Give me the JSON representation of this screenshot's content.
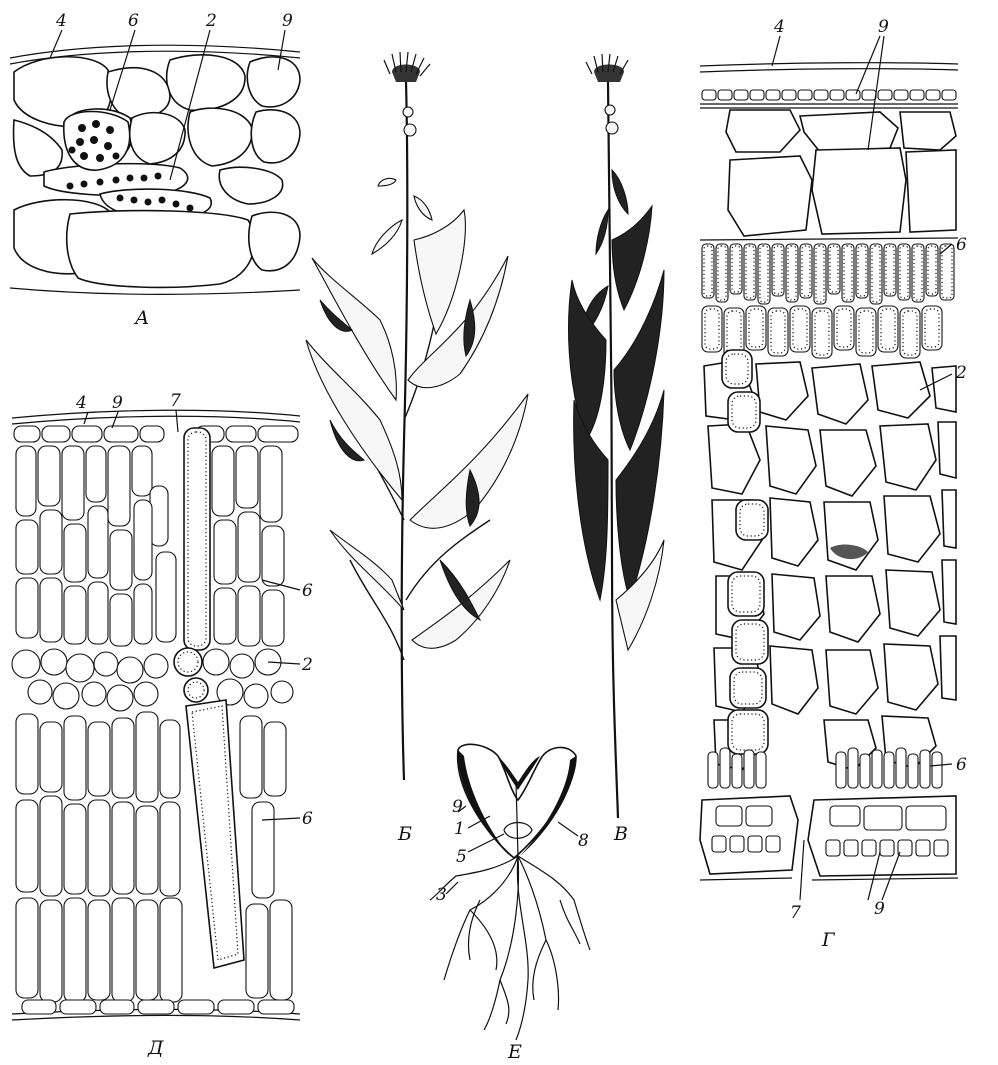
{
  "panels": {
    "A": {
      "caption": "А",
      "labels": [
        "4",
        "6",
        "2",
        "9"
      ]
    },
    "B": {
      "caption": "Б"
    },
    "V": {
      "caption": "В"
    },
    "G": {
      "caption": "Г",
      "labels": [
        "4",
        "9",
        "6",
        "2",
        "6",
        "7",
        "9"
      ]
    },
    "D": {
      "caption": "Д",
      "labels": [
        "4",
        "9",
        "7",
        "6",
        "2",
        "6"
      ]
    },
    "E": {
      "caption": "Е",
      "labels": [
        "9",
        "1",
        "5",
        "3",
        "8"
      ]
    }
  }
}
